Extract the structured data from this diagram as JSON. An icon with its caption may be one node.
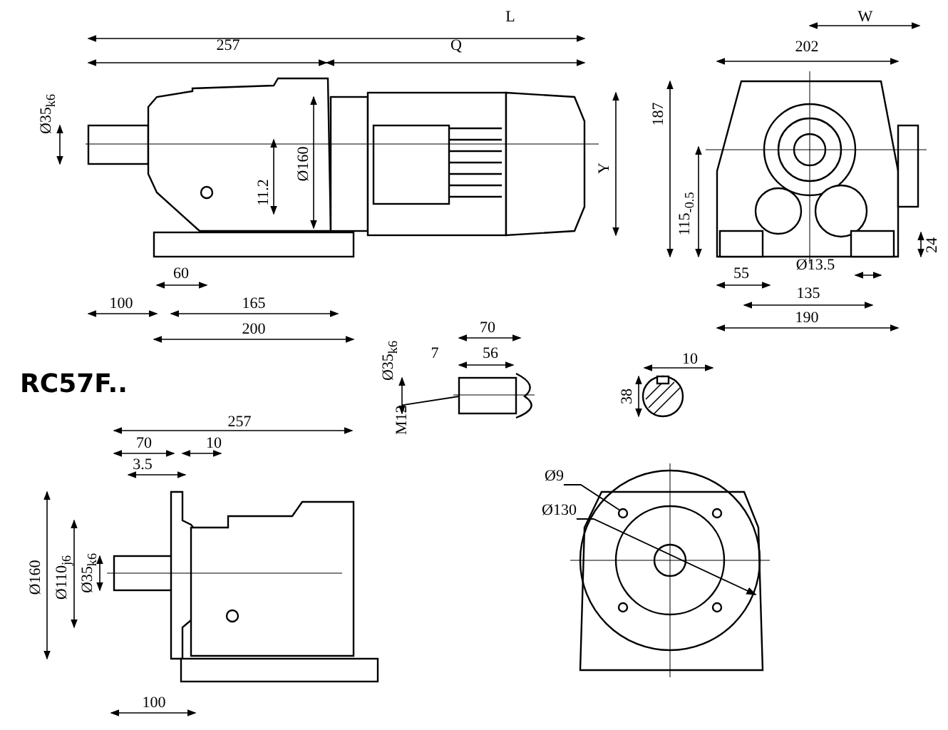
{
  "diagram": {
    "title": "RC57F..",
    "nodes": [
      {
        "text": [
          "M12"
        ]
      },
      {
        "text": [
          "Ø9"
        ]
      },
      {
        "text": [
          "Ø130"
        ]
      },
      {
        "text": [],
        "shape": "box"
      },
      {
        "text": [],
        "shape": "circle"
      },
      {
        "text": [],
        "shape": "circle",
        "in": 4
      }
    ],
    "edges": [
      {
        "from": 0,
        "to": 3,
        "arrow": "none"
      },
      {
        "from": 1,
        "to": 5,
        "arrow": "none"
      },
      {
        "from": 2,
        "to": 4,
        "arrow": "to"
      }
    ],
    "labels": [
      "L",
      "257",
      "Q",
      "Ø35$_{k6}$",
      "Ø160",
      "11.2",
      "Y",
      "W",
      "202",
      "187",
      "115$_{-0.5}$",
      "24",
      "Ø13.5",
      "55",
      "135",
      "190",
      "60",
      "100",
      "165",
      "200",
      "70",
      "7",
      "56",
      "Ø35$_{k6}$",
      "10",
      "38",
      "257",
      "70",
      "10",
      "3.5",
      "Ø160",
      "Ø110$_{j6}$",
      "Ø35$_{k6}$",
      "100"
    ]
  }
}
